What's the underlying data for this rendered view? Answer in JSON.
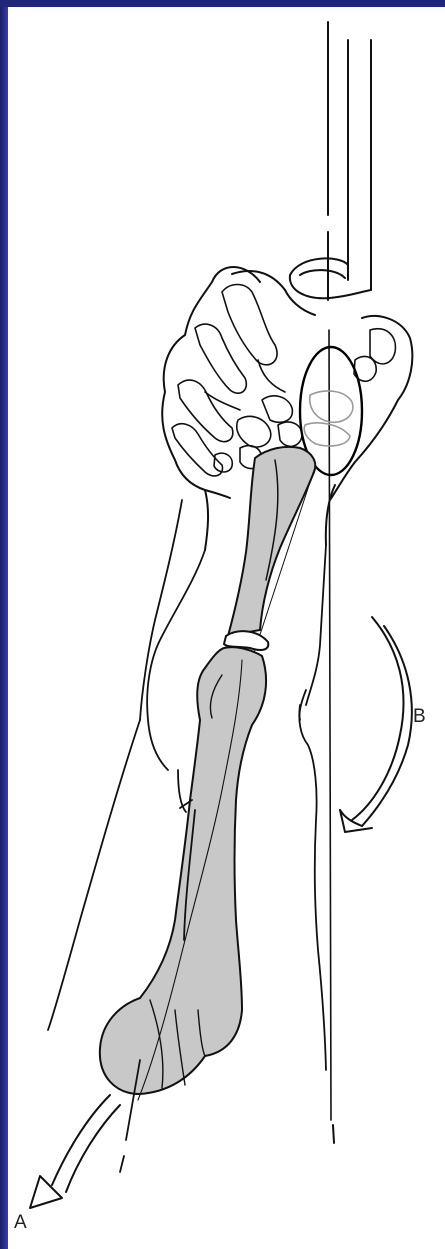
{
  "diagram": {
    "labels": {
      "a": "A",
      "b": "B"
    },
    "colors": {
      "frame": "#1a1f6b",
      "panel": "#ffffff",
      "ink": "#111111",
      "bone_fill": "#c8c8c8"
    },
    "elements": [
      "vertical-reference-line",
      "pole",
      "hand-outline",
      "carpal-bones",
      "circled-joint-region",
      "forearm-bone",
      "humerus-bone",
      "arm-outline",
      "rotation-arrow-a",
      "rotation-arrow-b"
    ]
  }
}
